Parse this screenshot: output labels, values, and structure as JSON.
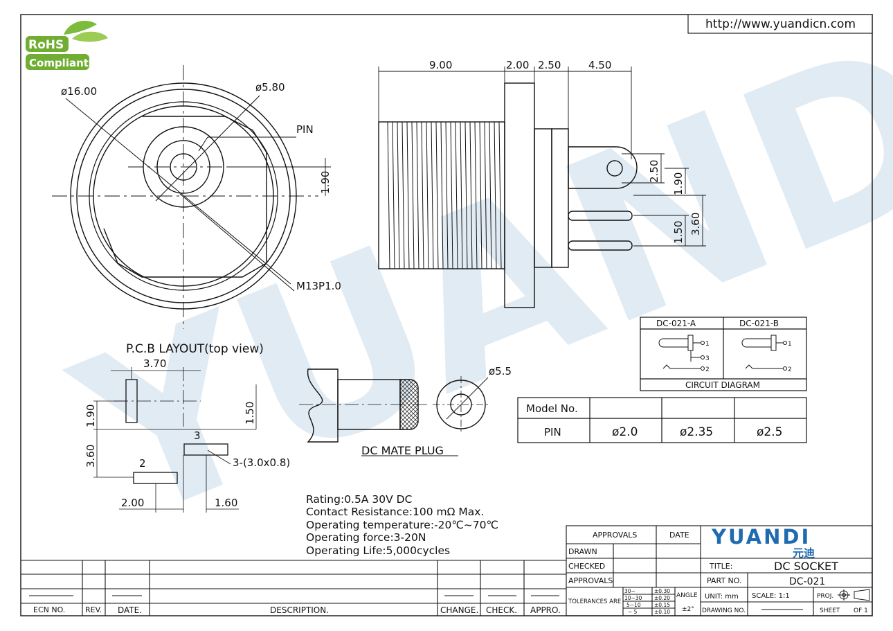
{
  "header": {
    "url": "http://www.yuandicn.com",
    "rohs_top": "RoHS",
    "rohs_bottom": "Compliant"
  },
  "front_view": {
    "dia_outer": "ø16.00",
    "dia_inner": "ø5.80",
    "pin_label": "PIN",
    "thread_label": "M13P1.0",
    "dim_190": "1.90"
  },
  "side_view": {
    "dims_top": [
      "9.00",
      "2.00",
      "2.50",
      "4.50"
    ],
    "dim_250": "2.50",
    "dim_190": "1.90",
    "dim_150": "1.50",
    "dim_360": "3.60"
  },
  "pcb_layout": {
    "title": "P.C.B LAYOUT(top view)",
    "dim_370": "3.70",
    "dim_190": "1.90",
    "dim_150": "1.50",
    "dim_360": "3.60",
    "dim_200": "2.00",
    "dim_160": "1.60",
    "pad_2": "2",
    "pad_3": "3",
    "slot_note": "3-(3.0x0.8)"
  },
  "mate_plug": {
    "label": "DC MATE PLUG",
    "dia": "ø5.5"
  },
  "circuit": {
    "col_a": "DC-021-A",
    "col_b": "DC-021-B",
    "caption": "CIRCUIT DIAGRAM",
    "n1": "1",
    "n2": "2",
    "n3": "3"
  },
  "model_table": {
    "header": [
      "Model No.",
      "",
      "",
      ""
    ],
    "row": [
      "PIN",
      "ø2.0",
      "ø2.35",
      "ø2.5"
    ]
  },
  "specs": [
    "Rating:0.5A  30V  DC",
    "Contact  Resistance:100  mΩ  Max.",
    "Operating  temperature:-20℃~70℃",
    "Operating  force:3-20N",
    "Operating  Life:5,000cycles"
  ],
  "title_block": {
    "approvals_head": "APPROVALS",
    "date_head": "DATE",
    "drawn": "DRAWN",
    "checked": "CHECKED",
    "approvals": "APPROVALS",
    "tolerances": "TOLERANCES ARE",
    "tol_rows": [
      [
        "30~",
        "±0.30"
      ],
      [
        "10~30",
        "±0.20"
      ],
      [
        "5~10",
        "±0.15"
      ],
      [
        "~ 5",
        "±0.10"
      ]
    ],
    "angle": "ANGLE",
    "angle_val": "±2°",
    "brand": "YUANDI",
    "brand_cn": "元迪",
    "title_label": "TITLE:",
    "title": "DC SOCKET",
    "part_label": "PART NO.",
    "part_no": "DC-021",
    "unit": "UNIT:  mm",
    "scale": "SCALE:   1:1",
    "proj": "PROJ.",
    "drawing_no": "DRAWING NO.",
    "sheet": "SHEET",
    "sheet_of": "OF 1"
  },
  "revision": {
    "ecn": "ECN NO.",
    "rev": "REV.",
    "date": "DATE.",
    "description": "DESCRIPTION.",
    "change": "CHANGE.",
    "check": "CHECK.",
    "appro": "APPRO."
  },
  "watermark": {
    "text": "YUANDI",
    "color": "#cfe0ee"
  }
}
